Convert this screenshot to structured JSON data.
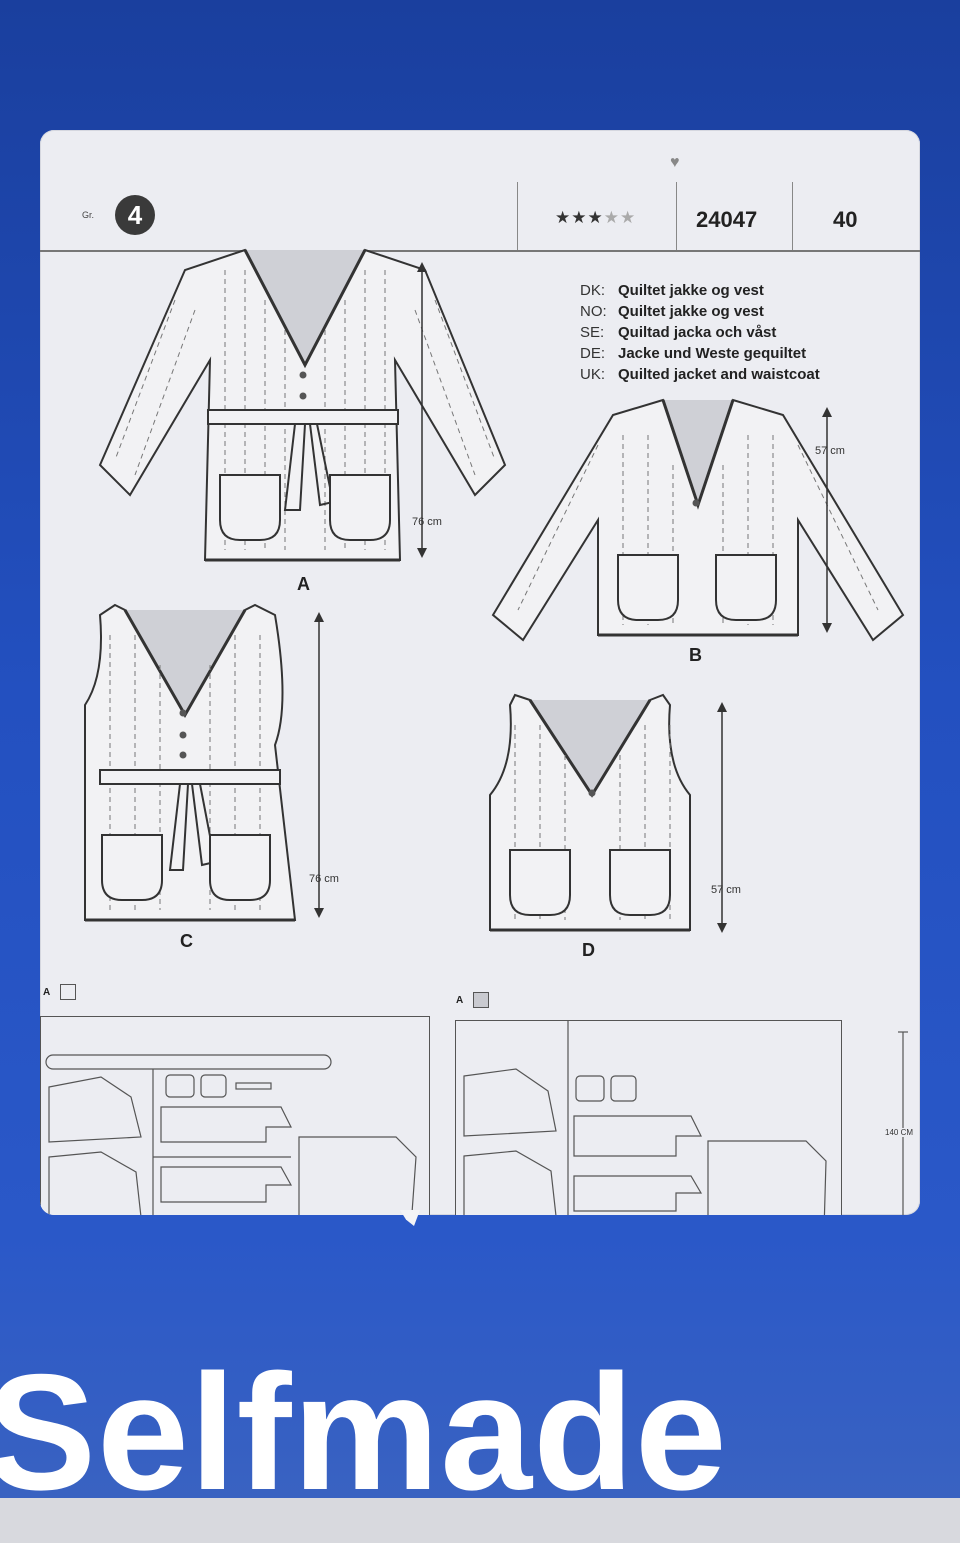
{
  "header": {
    "size_group_label": "Gr.",
    "size_group": "4",
    "difficulty_filled": "★★★",
    "difficulty_empty": "★★",
    "pattern_number": "24047",
    "size": "40"
  },
  "titles": [
    {
      "code": "DK:",
      "text": "Quiltet jakke og vest"
    },
    {
      "code": "NO:",
      "text": "Quiltet jakke og vest"
    },
    {
      "code": "SE:",
      "text": "Quiltad jacka och våst"
    },
    {
      "code": "DE:",
      "text": "Jacke und Weste gequiltet"
    },
    {
      "code": "UK:",
      "text": "Quilted jacket and waistcoat"
    }
  ],
  "views": {
    "A": {
      "letter": "A",
      "length": "76 cm"
    },
    "B": {
      "letter": "B",
      "length": "57 cm"
    },
    "C": {
      "letter": "C",
      "length": "76 cm"
    },
    "D": {
      "letter": "D",
      "length": "57 cm"
    }
  },
  "layouts": {
    "left_label": "A",
    "right_label": "A",
    "fabric_width": "140 CM"
  },
  "brand": "Selfmade",
  "icons": {
    "heart": "heart-icon"
  }
}
